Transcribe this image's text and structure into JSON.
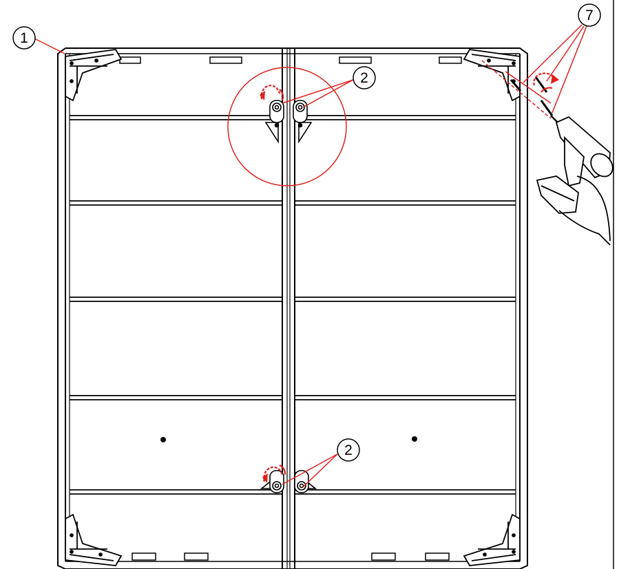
{
  "callouts": {
    "frame": "1",
    "hinge_top": "2",
    "hinge_bottom": "2",
    "screws": "7"
  },
  "colors": {
    "line": "#000000",
    "accent": "#e0211d",
    "background": "#ffffff"
  },
  "icons": [
    "frame-corner-bracket-icon",
    "hinge-icon",
    "screw-icon",
    "power-drill-icon",
    "rotation-arrow-icon"
  ]
}
